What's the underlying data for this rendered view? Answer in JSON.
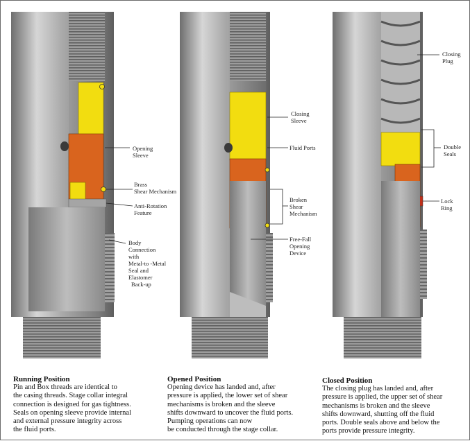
{
  "panels": [
    {
      "title": "Running Position",
      "lines": [
        "Pin and Box threads are identical  to",
        "the casing threads. Stage  collar integral",
        "connection   is designed   for gas tightness.",
        "Seals on opening sleeve provide internal",
        "and external  pressure integrity  across",
        "the fluid ports."
      ],
      "labels": {
        "opening_sleeve": [
          "Opening",
          "Sleeve"
        ],
        "brass_shear": [
          "Brass",
          "Shear Mechanism"
        ],
        "anti_rotation": [
          "Anti-Rotation",
          "Feature"
        ],
        "body_connection": [
          "Body",
          "Connection",
          "with",
          "Metal-to -Metal",
          "Seal and",
          "Elastomer",
          "Back-up"
        ]
      }
    },
    {
      "title": "Opened  Position",
      "lines": [
        "Opening  device has landed and, after",
        "pressure is applied,  the lower  set of shear",
        "mechanisms  is broken  and the sleeve",
        "shifts downward    to uncover  the fluid ports.",
        "Pumping  operations   can now",
        "be conducted   through the stage collar."
      ],
      "labels": {
        "closing_sleeve": [
          "Closing",
          "Sleeve"
        ],
        "fluid_ports": [
          "Fluid Ports"
        ],
        "broken_shear": [
          "Broken",
          "Shear",
          "Mechanism"
        ],
        "free_fall": [
          "Free-Fall",
          "Opening",
          "Device"
        ]
      }
    },
    {
      "title": "Closed Position",
      "lines": [
        "The closing plug  has landed and, after",
        "pressure is applied,  the upper set of shear",
        "mechanisms  is broken  and the sleeve",
        "shifts downward,  shutting off the fluid",
        "ports.  Double  seals above and below  the",
        "ports  provide  pressure integrity."
      ],
      "labels": {
        "closing_plug": [
          "Closing",
          "Plug"
        ],
        "double_seals": [
          "Double",
          "Seals"
        ],
        "lock_ring": [
          "Lock",
          "Ring"
        ]
      }
    }
  ],
  "colors": {
    "steel": "#8d8d8d",
    "yellow": "#f2dd10",
    "orange": "#d9641e",
    "brass": "#f2dd10"
  }
}
